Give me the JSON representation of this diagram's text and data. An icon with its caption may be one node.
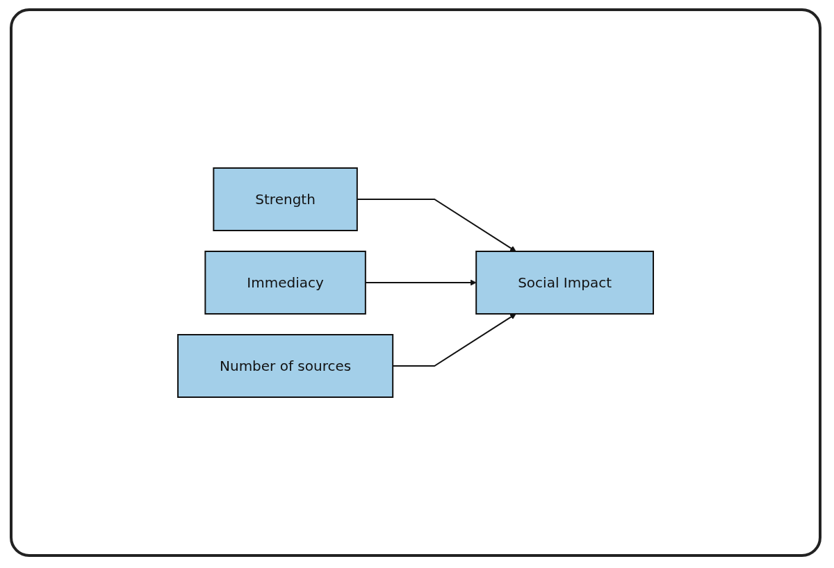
{
  "diagram": {
    "nodes": [
      {
        "text": [
          "Strength"
        ]
      },
      {
        "text": [
          "Immediacy"
        ]
      },
      {
        "text": [
          "Number of sources"
        ]
      },
      {
        "text": [
          "Social Impact"
        ]
      }
    ],
    "edges": [
      {
        "from": 0,
        "to": 3,
        "arrow": "to"
      },
      {
        "from": 1,
        "to": 3,
        "arrow": "to"
      },
      {
        "from": 2,
        "to": 3,
        "arrow": "to"
      }
    ]
  }
}
